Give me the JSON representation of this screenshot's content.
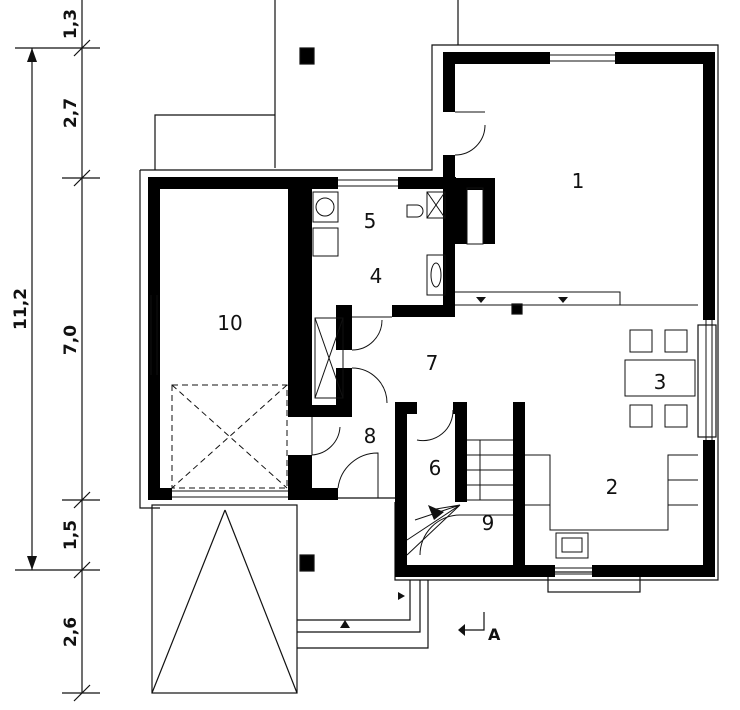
{
  "rooms": {
    "r1": "1",
    "r2": "2",
    "r3": "3",
    "r4": "4",
    "r5": "5",
    "r6": "6",
    "r7": "7",
    "r8": "8",
    "r9": "9",
    "r10": "10"
  },
  "dimensions": {
    "segments": [
      "1,3",
      "2,7",
      "7,0",
      "1,5",
      "2,6"
    ],
    "total": "11,2"
  },
  "section_marker": "A",
  "colors": {
    "wall": "#000000",
    "line": "#111111",
    "background": "#ffffff"
  }
}
